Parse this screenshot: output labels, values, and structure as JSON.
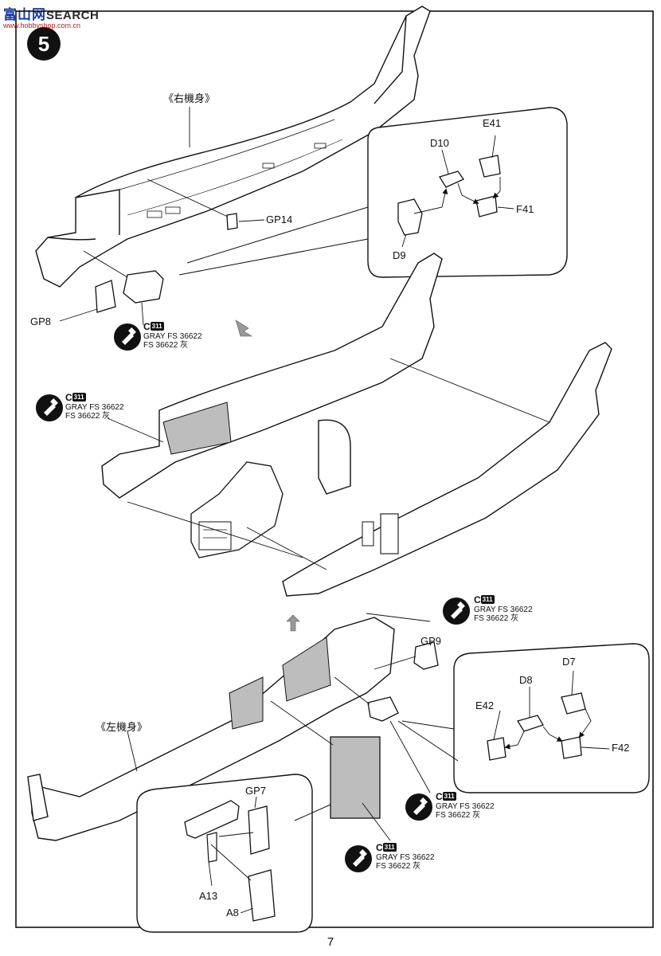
{
  "watermark": {
    "brand": "富山网",
    "search": "SEARCH",
    "url": "www.hobbyshop.com.cn"
  },
  "step": {
    "number": "5"
  },
  "fuselage": {
    "right": "《右機身》",
    "left": "《左機身》"
  },
  "parts": {
    "gp14": "GP14",
    "gp8": "GP8",
    "e41": "E41",
    "d10": "D10",
    "f41": "F41",
    "d9": "D9",
    "gp9": "GP9",
    "d7": "D7",
    "d8": "D8",
    "e42": "E42",
    "f42": "F42",
    "gp7": "GP7",
    "a13": "A13",
    "a8": "A8"
  },
  "paint": {
    "code": "C",
    "ref": "311",
    "line1": "GRAY FS 36622",
    "line2": "FS  36622 灰"
  },
  "colors": {
    "ink": "#111111",
    "paint_area": "#bdbdbd",
    "brand_blue": "#1a3fa6",
    "brand_red": "#d21c1c"
  },
  "page_number": "7"
}
